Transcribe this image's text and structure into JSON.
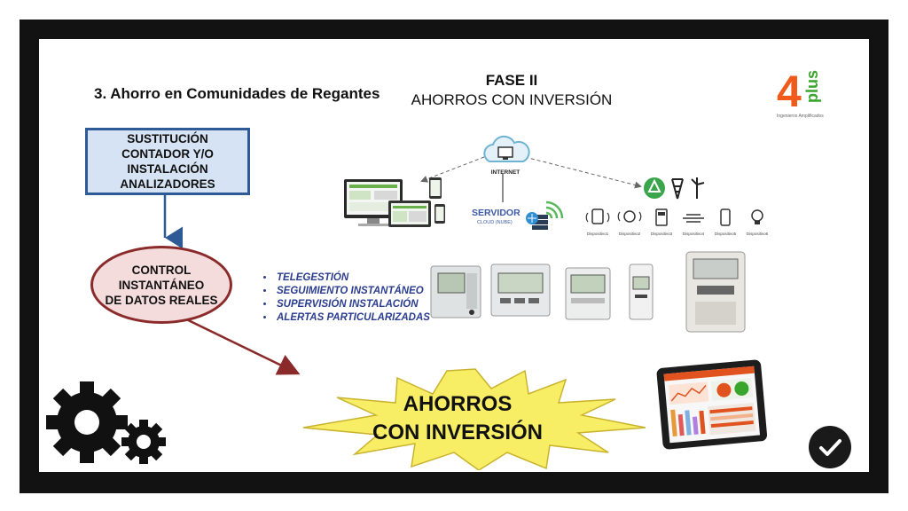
{
  "header": {
    "section_title": "3. Ahorro en Comunidades de Regantes",
    "phase_line1": "FASE II",
    "phase_line2": "AHORROS CON INVERSIÓN"
  },
  "boxes": {
    "replacement": [
      "SUSTITUCIÓN",
      "CONTADOR Y/O",
      "INSTALACIÓN",
      "ANALIZADORES"
    ],
    "control": [
      "CONTROL",
      "INSTANTÁNEO",
      "DE DATOS REALES"
    ]
  },
  "diagram": {
    "internet_label": "INTERNET",
    "server_label": "SERVIDOR",
    "server_sublabel": "CLOUD (NUBE)",
    "device_labels": [
      "Dispositivo1",
      "Dispositivo2",
      "Dispositivo3",
      "Dispositivo4",
      "Dispositivo5",
      "Dispositivo6"
    ]
  },
  "features": [
    "TELEGESTIÓN",
    "SEGUIMIENTO INSTANTÁNEO",
    "SUPERVISIÓN INSTALACIÓN",
    "ALERTAS PARTICULARIZADAS"
  ],
  "burst": {
    "line1": "AHORROS",
    "line2": "CON INVERSIÓN"
  },
  "logo": {
    "number": "4",
    "word": "plus",
    "tagline": "Ingenieros Amplificados"
  },
  "colors": {
    "accent_orange": "#f05a1a",
    "accent_green": "#3aa52c",
    "box_blue": "#d6e3f4",
    "burst_yellow": "#f8ee66"
  }
}
